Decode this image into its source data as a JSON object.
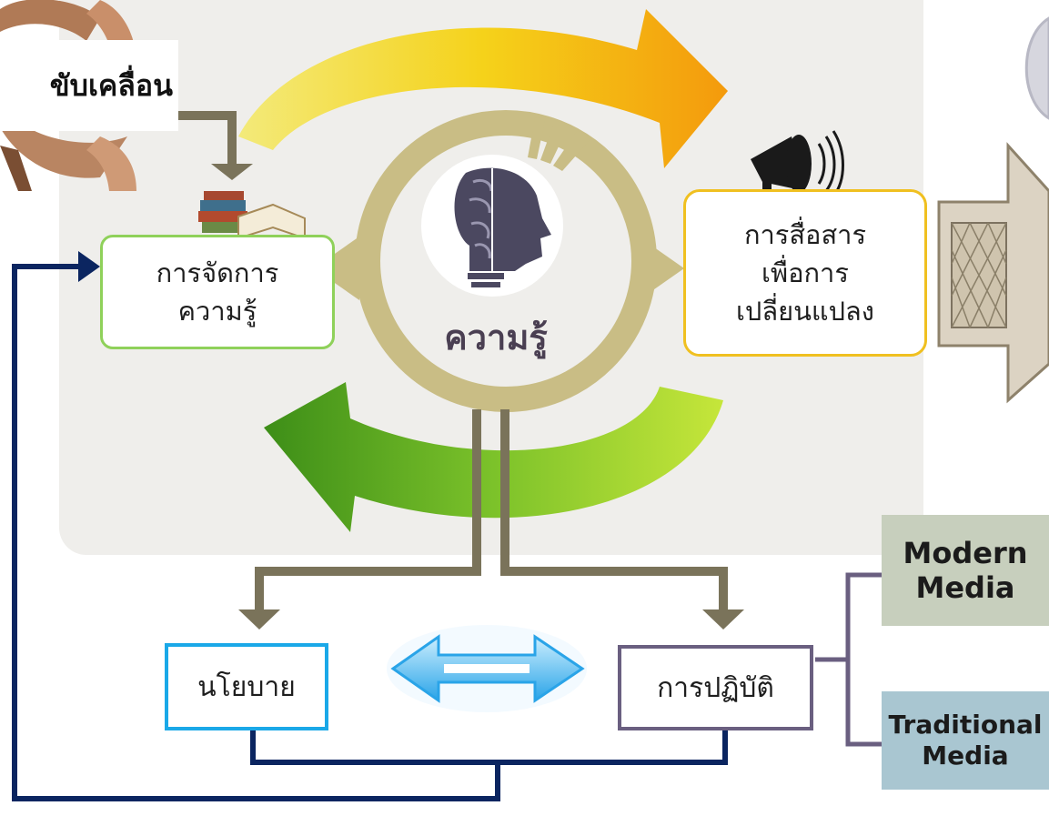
{
  "title": "ขับเคลื่อน",
  "center": {
    "label": "ความรู้"
  },
  "knowledge_management": {
    "line1": "การจัดการ",
    "line2": "ความรู้"
  },
  "communication": {
    "line1": "การสื่อสาร",
    "line2": "เพื่อการ",
    "line3": "เปลี่ยนแปลง"
  },
  "policy": {
    "label": "นโยบาย"
  },
  "practice": {
    "label": "การปฏิบัติ"
  },
  "media": {
    "modern": {
      "line1": "Modern",
      "line2": "Media"
    },
    "traditional": {
      "line1": "Traditional",
      "line2": "Media"
    }
  },
  "colors": {
    "panel": "#efeeeb",
    "ring": "#c9bd85",
    "km_border": "#8fd15a",
    "comm_border": "#f0c020",
    "policy_border": "#1aa8e8",
    "practice_border": "#6a5f80",
    "connector": "#7a735a",
    "feedback_line": "#0b2560",
    "modern_bg": "#c7cfbd",
    "traditional_bg": "#a9c6d1"
  },
  "icons": [
    "hands-circle-icon",
    "books-icon",
    "megaphone-icon",
    "brain-head-icon",
    "double-arrow-icon",
    "big-right-arrow-icon"
  ]
}
